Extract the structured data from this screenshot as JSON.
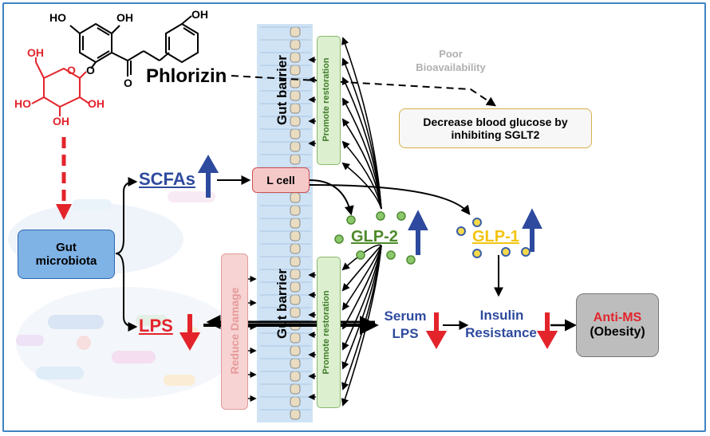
{
  "colors": {
    "frame": "#3d83c3",
    "red": "#e3242b",
    "blue": "#2e4a9e",
    "green": "#4e8a2a",
    "yellow": "#f2c40f",
    "gut_fill": "#cfe3f5",
    "gut_microbiota_fill": "#7fb2e5",
    "lcell_fill": "#f6c9c9",
    "reduce_damage_fill": "#f7d3d3",
    "promote_fill": "#dcefcf",
    "antims_fill": "#bdbdbd"
  },
  "molecule": {
    "phenol_top_left": "HO",
    "phenol_top_right": "OH",
    "phenol_para": "OH",
    "ketone": "O",
    "glycoside_link": "O",
    "ring_oxygen": "O",
    "sugar_ch2oh": "OH",
    "sugar_ho_left": "HO",
    "sugar_oh_right": "OH",
    "sugar_oh_bottom": "OH"
  },
  "labels": {
    "phlorizin": "Phlorizin",
    "poor_bioavailability": [
      "Poor",
      "Bioavailability"
    ],
    "decrease_glucose": [
      "Decrease blood glucose  by",
      "inhibiting SGLT2"
    ],
    "gut_microbiota": [
      "Gut",
      "microbiota"
    ],
    "scfas": "SCFAs",
    "lps": "LPS",
    "l_cell": "L cell",
    "gut_barrier": "Gut barrier",
    "promote_restoration": "Promote restoration",
    "reduce_damage": "Reduce  Damage",
    "glp2": "GLP-2",
    "glp1": "GLP-1",
    "serum_lps": [
      "Serum",
      "LPS"
    ],
    "insulin_resistance": [
      "Insulin",
      "Resistance"
    ],
    "anti_ms": "Anti-MS",
    "obesity": "(Obesity)"
  },
  "indicators": {
    "scfas": "up",
    "glp2": "up",
    "glp1": "up",
    "lps": "down",
    "serum_lps": "down",
    "insulin_resistance": "down"
  }
}
